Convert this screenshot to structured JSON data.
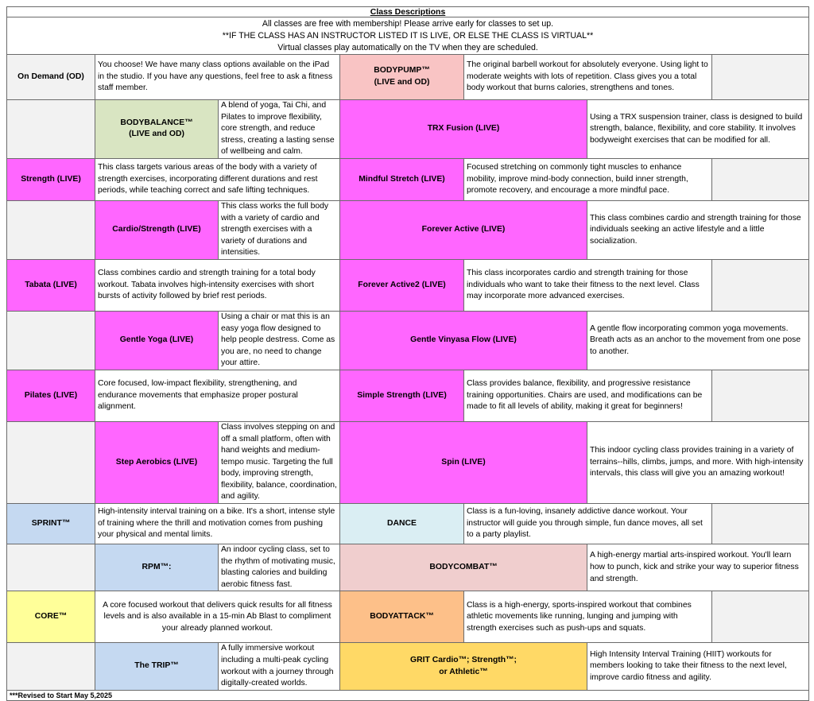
{
  "header": {
    "title": "Class Descriptions",
    "info": [
      "All classes are free with membership!  Please arrive early for classes to set up.",
      "**IF THE CLASS HAS AN INSTRUCTOR LISTED IT IS LIVE, OR ELSE THE CLASS IS VIRTUAL**",
      "Virtual classes play automatically on the TV when they are scheduled."
    ]
  },
  "colors": {
    "pink": "#ff66ff",
    "light_pink": "#f9c4c4",
    "green": "#d9e5c2",
    "blue": "#c5d9f1",
    "light_blue": "#daeef3",
    "yellow": "#ffff99",
    "orange": "#fdc089",
    "gold": "#ffd966",
    "rose": "#f0cece",
    "gray": "#f2f2f2"
  },
  "rows": [
    {
      "l_name": "On Demand (OD)",
      "l_desc": "You choose! We have many class options available on the iPad in the studio. If you have any questions, feel free to ask a fitness staff member.",
      "r_name": "BODYPUMP™\n(LIVE and OD)",
      "r_desc": "The original barbell workout for absolutely everyone. Using light to moderate weights with lots of repetition. Class gives you a total body workout that burns calories, strengthens and tones."
    },
    {
      "l_name": "BODYBALANCE™\n(LIVE and OD)",
      "l_desc": "A blend of yoga, Tai Chi, and Pilates to improve flexibility, core strength, and reduce stress, creating a lasting sense of wellbeing and calm.",
      "r_name": "TRX Fusion (LIVE)",
      "r_desc": "Using a TRX suspension trainer, class is designed to build strength, balance, flexibility, and core stability. It involves bodyweight exercises that can be modified for all."
    },
    {
      "l_name": "Strength (LIVE)",
      "l_desc": "This class targets various areas of the body with a variety of strength exercises, incorporating different durations and rest periods, while teaching correct and safe lifting techniques.",
      "r_name": "Mindful Stretch (LIVE)",
      "r_desc": "Focused stretching on commonly tight muscles to enhance mobility, improve mind-body connection, build inner strength, promote recovery, and encourage a more mindful pace."
    },
    {
      "l_name": "Cardio/Strength (LIVE)",
      "l_desc": "This class works the full body with a variety of cardio and strength exercises with a variety of durations and intensities.",
      "r_name": "Forever Active (LIVE)",
      "r_desc": "This class combines cardio and strength training for those individuals seeking an active lifestyle and a little socialization."
    },
    {
      "l_name": "Tabata (LIVE)",
      "l_desc": "Class combines cardio and strength training for a total body workout. Tabata involves high-intensity exercises with short bursts of activity followed by brief rest periods.",
      "r_name": "Forever Active2 (LIVE)",
      "r_desc": "This class incorporates cardio and strength training for those individuals who want to take their fitness to the next level. Class may incorporate more advanced exercises."
    },
    {
      "l_name": "Gentle Yoga (LIVE)",
      "l_desc": "Using a chair or mat this is an easy yoga flow designed to help people destress. Come as you are, no need to change your attire.",
      "r_name": "Gentle Vinyasa Flow (LIVE)",
      "r_desc": "A gentle flow incorporating common yoga movements. Breath acts as an anchor to the movement from one pose to another."
    },
    {
      "l_name": "Pilates (LIVE)",
      "l_desc": "Core focused, low-impact flexibility,  strengthening, and endurance movements that emphasize proper postural alignment.",
      "r_name": "Simple Strength (LIVE)",
      "r_desc": "Class provides balance, flexibility, and progressive resistance training opportunities. Chairs are used, and modifications can be made to fit all levels of ability, making it great for beginners!"
    },
    {
      "l_name": "Step Aerobics (LIVE)",
      "l_desc": "Class involves stepping on and off a small platform, often with hand weights and medium-tempo music. Targeting the full body, improving strength, flexibility, balance, coordination, and agility.",
      "r_name": "Spin (LIVE)",
      "r_desc": "This indoor cycling class provides training in a variety of terrains--hills, climbs, jumps, and more.  With high-intensity intervals, this class will give you an amazing workout!"
    },
    {
      "l_name": "SPRINT™",
      "l_desc": "High-intensity interval training on a bike. It's a short, intense style of training where the thrill and motivation comes from pushing your physical and mental limits.",
      "r_name": "DANCE",
      "r_desc": "Class is a fun-loving, insanely addictive dance workout. Your instructor will guide you through simple, fun dance moves, all set to a party playlist."
    },
    {
      "l_name": "RPM™:",
      "l_desc": "An indoor cycling class, set to the rhythm of motivating music, blasting calories and building aerobic fitness fast.",
      "r_name": "BODYCOMBAT™",
      "r_desc": "A high-energy martial arts-inspired workout. You'll learn how to punch, kick and strike your way to superior fitness and strength."
    },
    {
      "l_name": "CORE™",
      "l_desc": "A core focused workout that delivers quick results for all fitness levels and is also available in a 15-min Ab Blast to compliment your already planned workout.",
      "r_name": "BODYATTACK™",
      "r_desc": "Class is a high-energy, sports-inspired workout that combines athletic movements like running, lunging and jumping with strength exercises such as push-ups and squats."
    },
    {
      "l_name": "The TRIP™",
      "l_desc": "A fully immersive workout including a multi-peak cycling workout with a journey through digitally-created worlds.",
      "r_name": "GRIT Cardio™; Strength™;\nor Athletic™",
      "r_desc": "High Intensity Interval Training (HIIT) workouts for members looking to take their fitness to the next level, improve cardio fitness and agility."
    }
  ],
  "footer": "***Revised to Start May 5,2025"
}
